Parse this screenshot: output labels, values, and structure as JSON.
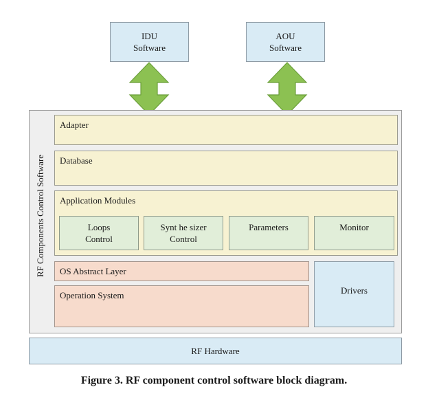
{
  "top_boxes": {
    "idu": {
      "line1": "IDU",
      "line2": "Software"
    },
    "aou": {
      "line1": "AOU",
      "line2": "Software"
    }
  },
  "container_label": "RF Components Control Software",
  "layers": {
    "adapter": "Adapter",
    "database": "Database",
    "app_modules": {
      "title": "Application Modules",
      "modules": [
        {
          "line1": "Loops",
          "line2": "Control"
        },
        {
          "line1": "Synt he sizer",
          "line2": "Control"
        },
        {
          "line1": "Parameters",
          "line2": ""
        },
        {
          "line1": "Monitor",
          "line2": ""
        }
      ]
    },
    "os_abstract": "OS Abstract Layer",
    "operation_system": "Operation System",
    "drivers": "Drivers"
  },
  "hardware": "RF Hardware",
  "caption": "Figure 3. RF component control software block diagram.",
  "colors": {
    "arrow_fill": "#8cc152",
    "arrow_stroke": "#6a9e3a"
  }
}
